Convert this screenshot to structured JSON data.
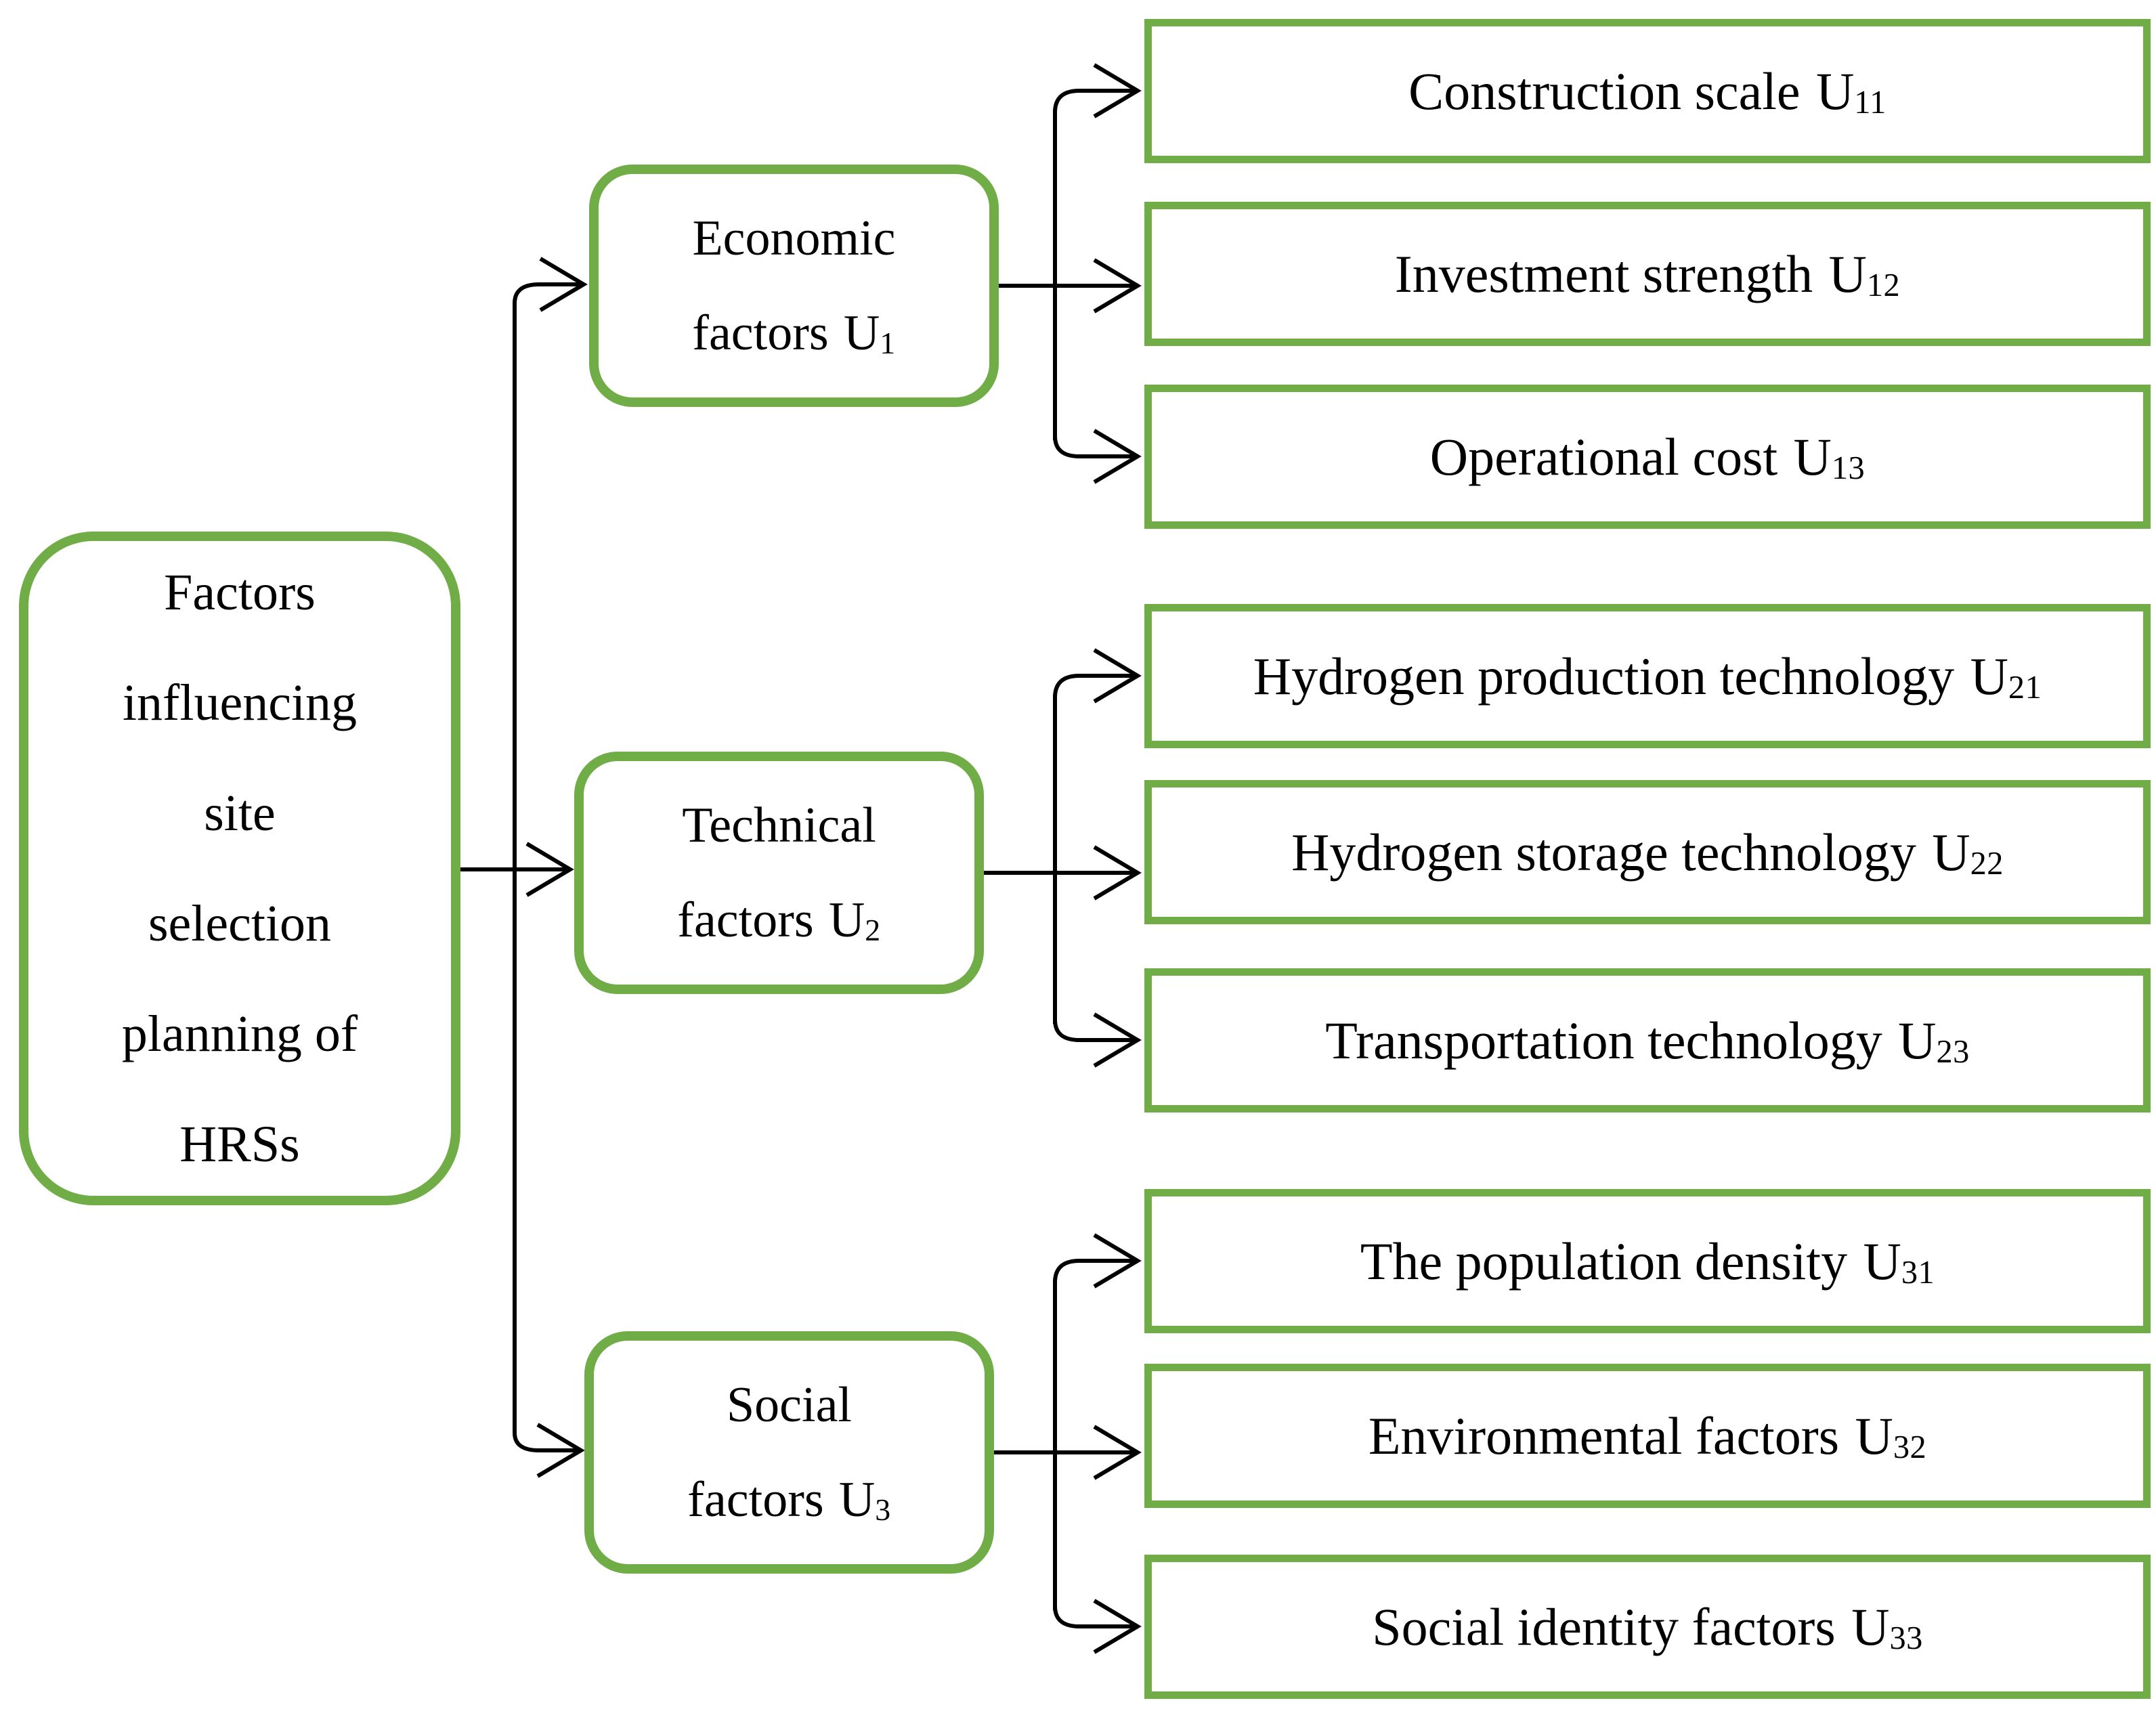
{
  "figure": {
    "background_color": "#ffffff",
    "box_border_color": "#70AD47",
    "connector_color": "#000000",
    "text_color": "#000000",
    "root": {
      "lines": [
        "Factors",
        "influencing",
        "site",
        "selection",
        "planning of",
        "HRSs"
      ]
    },
    "categories": [
      {
        "line1": "Economic",
        "line2": "factors",
        "symbol": "U",
        "subscript": "1",
        "children": [
          {
            "label": "Construction scale",
            "symbol": "U",
            "subscript": "11"
          },
          {
            "label": "Investment strength",
            "symbol": "U",
            "subscript": "12"
          },
          {
            "label": "Operational cost",
            "symbol": "U",
            "subscript": "13"
          }
        ]
      },
      {
        "line1": "Technical",
        "line2": "factors",
        "symbol": "U",
        "subscript": "2",
        "children": [
          {
            "label": "Hydrogen production technology",
            "symbol": "U",
            "subscript": "21"
          },
          {
            "label": "Hydrogen storage technology",
            "symbol": "U",
            "subscript": "22"
          },
          {
            "label": "Transportation technology",
            "symbol": "U",
            "subscript": "23"
          }
        ]
      },
      {
        "line1": "Social",
        "line2": "factors",
        "symbol": "U",
        "subscript": "3",
        "children": [
          {
            "label": "The population density",
            "symbol": "U",
            "subscript": "31"
          },
          {
            "label": "Environmental factors",
            "symbol": "U",
            "subscript": "32"
          },
          {
            "label": "Social identity factors",
            "symbol": "U",
            "subscript": "33"
          }
        ]
      }
    ]
  }
}
